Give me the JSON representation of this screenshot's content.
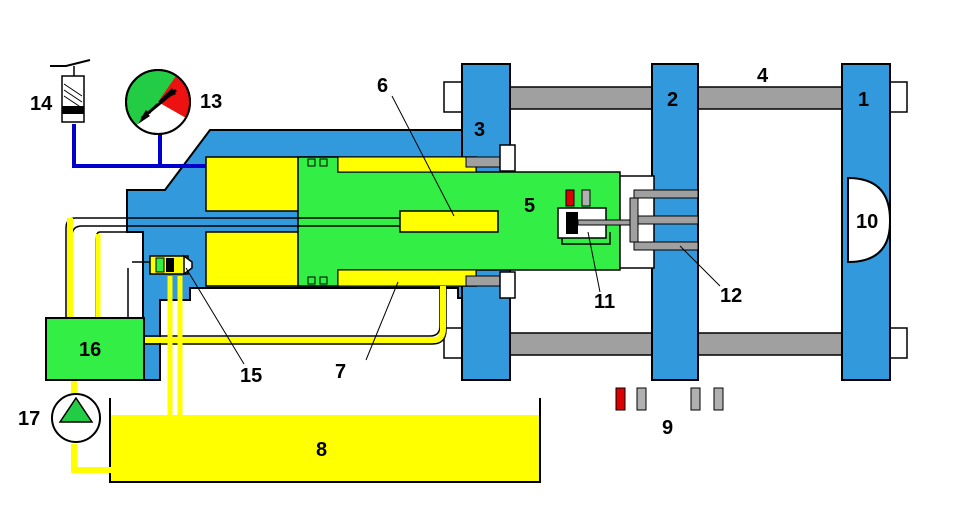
{
  "labels": {
    "n1": "1",
    "n2": "2",
    "n3": "3",
    "n4": "4",
    "n5": "5",
    "n6": "6",
    "n7": "7",
    "n8": "8",
    "n9": "9",
    "n10": "10",
    "n11": "11",
    "n12": "12",
    "n13": "13",
    "n14": "14",
    "n15": "15",
    "n16": "16",
    "n17": "17"
  },
  "colors": {
    "plate": "#3399dd",
    "oil": "#ffff00",
    "piston": "#33ee44",
    "tie_bar": "#a0a0a0",
    "pipe_blue": "#0000cc",
    "sensor_red": "#dd0000",
    "sensor_grey": "#b0b0b0",
    "gauge_green": "#22cc44",
    "gauge_red": "#ee1111",
    "pump_green": "#22cc44",
    "outline": "#000000"
  },
  "gauge": {
    "needle_icon": "gauge-needle-icon"
  },
  "pump": {
    "symbol_icon": "pump-triangle-icon"
  },
  "valve": {
    "symbol_icon": "solenoid-valve-icon"
  }
}
